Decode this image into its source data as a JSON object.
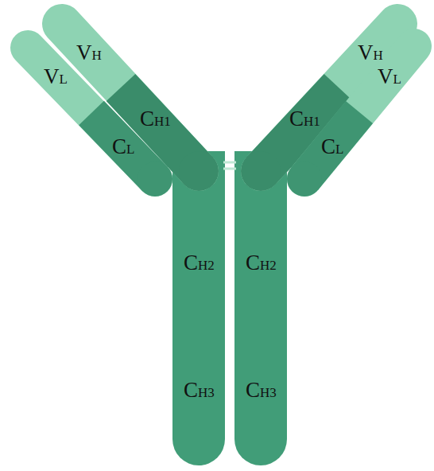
{
  "diagram": {
    "labels": [
      "VH",
      "VH",
      "VL",
      "VL",
      "CH1",
      "CH1",
      "CL",
      "CL",
      "CH2",
      "CH2",
      "CH3",
      "CH3"
    ]
  }
}
